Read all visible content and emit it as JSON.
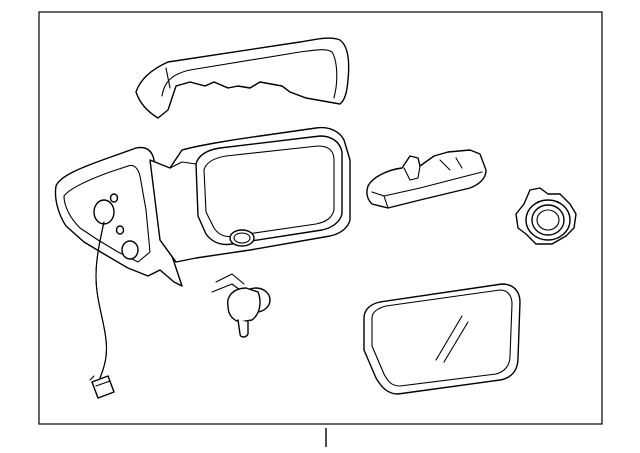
{
  "diagram": {
    "parts": [
      {
        "name": "mirror-cover-cap"
      },
      {
        "name": "mirror-housing-assembly"
      },
      {
        "name": "wiring-harness"
      },
      {
        "name": "turn-signal-lamp"
      },
      {
        "name": "puddle-lamp-socket"
      },
      {
        "name": "mirror-glass"
      },
      {
        "name": "bulb-socket"
      }
    ],
    "frame_color": "#000000",
    "background": "#ffffff"
  }
}
